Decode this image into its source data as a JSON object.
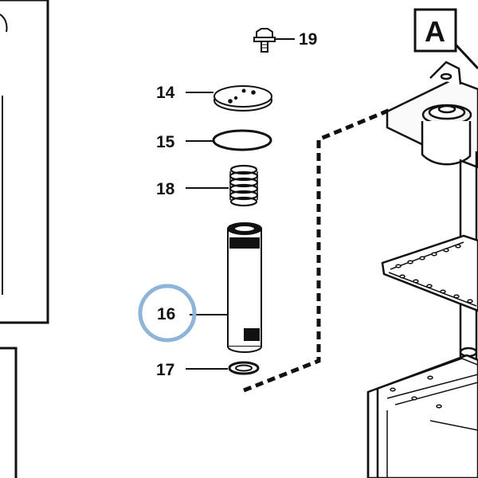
{
  "diagram": {
    "view_label": "A",
    "callouts": [
      {
        "id": "19",
        "label": "19",
        "part": "bolt"
      },
      {
        "id": "14",
        "label": "14",
        "part": "cover plate"
      },
      {
        "id": "15",
        "label": "15",
        "part": "o-ring"
      },
      {
        "id": "18",
        "label": "18",
        "part": "spring"
      },
      {
        "id": "16",
        "label": "16",
        "part": "filter element",
        "highlighted": true
      },
      {
        "id": "17",
        "label": "17",
        "part": "seal ring"
      }
    ],
    "colors": {
      "line": "#111111",
      "highlight_circle": "#8fb4d9",
      "background": "#ffffff"
    }
  }
}
